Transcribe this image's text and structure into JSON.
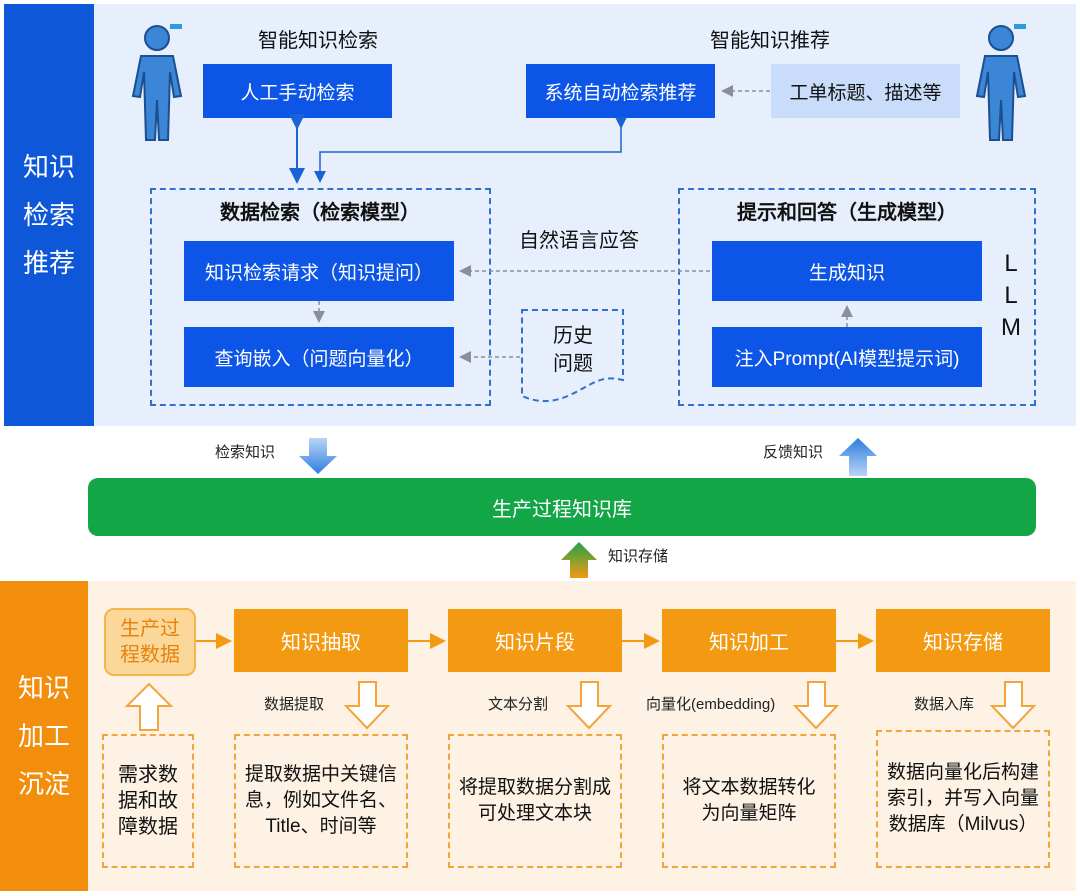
{
  "top_section": {
    "side_label": [
      "知识",
      "检索",
      "推荐"
    ],
    "smart_search_title": "智能知识检索",
    "smart_recommend_title": "智能知识推荐",
    "manual_search": "人工手动检索",
    "auto_recommend": "系统自动检索推荐",
    "ticket_input": "工单标题、描述等",
    "retrieval_group_title": "数据检索（检索模型）",
    "knowledge_request": "知识检索请求（知识提问）",
    "query_embedding": "查询嵌入（问题向量化）",
    "history_doc": [
      "历史",
      "问题"
    ],
    "nl_answer": "自然语言应答",
    "generation_group_title": "提示和回答（生成模型）",
    "generate_knowledge": "生成知识",
    "inject_prompt": "注入Prompt(AI模型提示词)",
    "llm_label": [
      "L",
      "L",
      "M"
    ]
  },
  "middle": {
    "search_knowledge": "检索知识",
    "feedback_knowledge": "反馈知识",
    "knowledge_base": "生产过程知识库",
    "knowledge_storage_label": "知识存储"
  },
  "bottom_section": {
    "side_label": [
      "知识",
      "加工",
      "沉淀"
    ],
    "source": [
      "生产过",
      "程数据"
    ],
    "steps": [
      {
        "title": "知识抽取",
        "sub": "数据提取",
        "desc": "提取数据中关键信息，例如文件名、Title、时间等"
      },
      {
        "title": "知识片段",
        "sub": "文本分割",
        "desc": "将提取数据分割成可处理文本块"
      },
      {
        "title": "知识加工",
        "sub": "向量化(embedding)",
        "desc": "将文本数据转化为向量矩阵"
      },
      {
        "title": "知识存储",
        "sub": "数据入库",
        "desc": "数据向量化后构建索引，并写入向量数据库（Milvus）"
      }
    ],
    "demand": [
      "需求数",
      "据和故",
      "障数据"
    ]
  },
  "colors": {
    "blue_primary": "#0c55e6",
    "blue_side": "#0f57d9",
    "orange_primary": "#f39a12",
    "green_bar": "#12a646"
  }
}
